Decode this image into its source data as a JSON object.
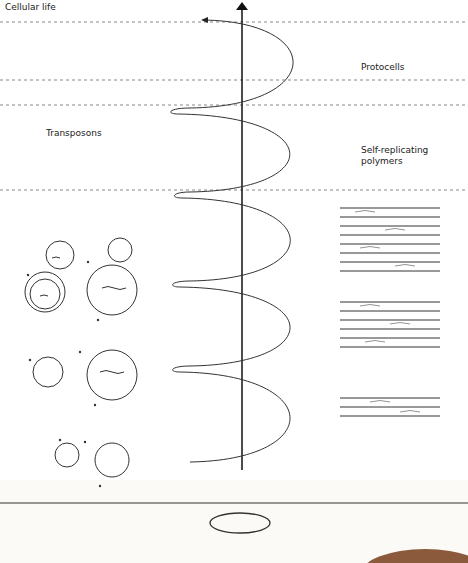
{
  "diagram": {
    "labels": [
      "Cellular life",
      "Protocells",
      "Transposons",
      "Self-replicating polymers"
    ]
  }
}
